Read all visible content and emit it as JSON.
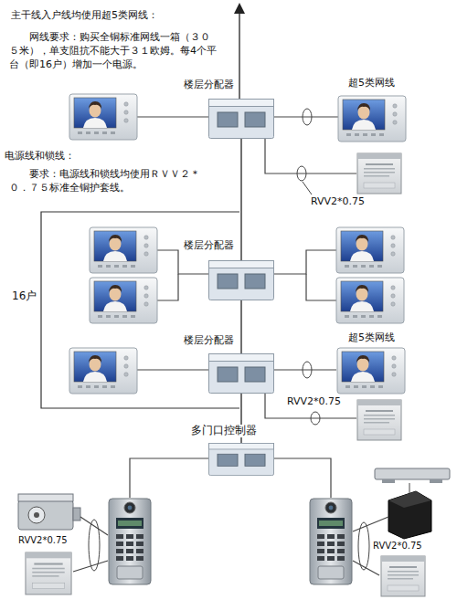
{
  "diagram": {
    "nodes": [
      {
        "text": [
          "楼层分配器"
        ]
      },
      {
        "text": [
          "楼层分配器"
        ]
      },
      {
        "text": [
          "楼层分配器"
        ]
      },
      {
        "text": [
          "多门口控制器"
        ]
      }
    ],
    "edges": [
      {
        "from": 0,
        "to": 1,
        "arrow": "none"
      },
      {
        "from": 1,
        "to": 2,
        "arrow": "none"
      },
      {
        "from": 2,
        "to": 3,
        "arrow": "none"
      }
    ],
    "labels": [
      "主干线入户线均使用超5类网线：",
      "网线要求：购买全铜标准网线一箱（３０５米），单支阻抗不能大于３１欧姆。每4个平台（即16户）增加一个电源。",
      "电源线和锁线：",
      "要求：电源线和锁线均使用ＲＶＶ２＊０．７５标准全铜护套线。",
      "超5类网线",
      "RVV2*0.75",
      "16户",
      "超5类网线",
      "RVV2*0.75",
      "RVV2*0.75",
      "RVV2*0.75"
    ]
  }
}
